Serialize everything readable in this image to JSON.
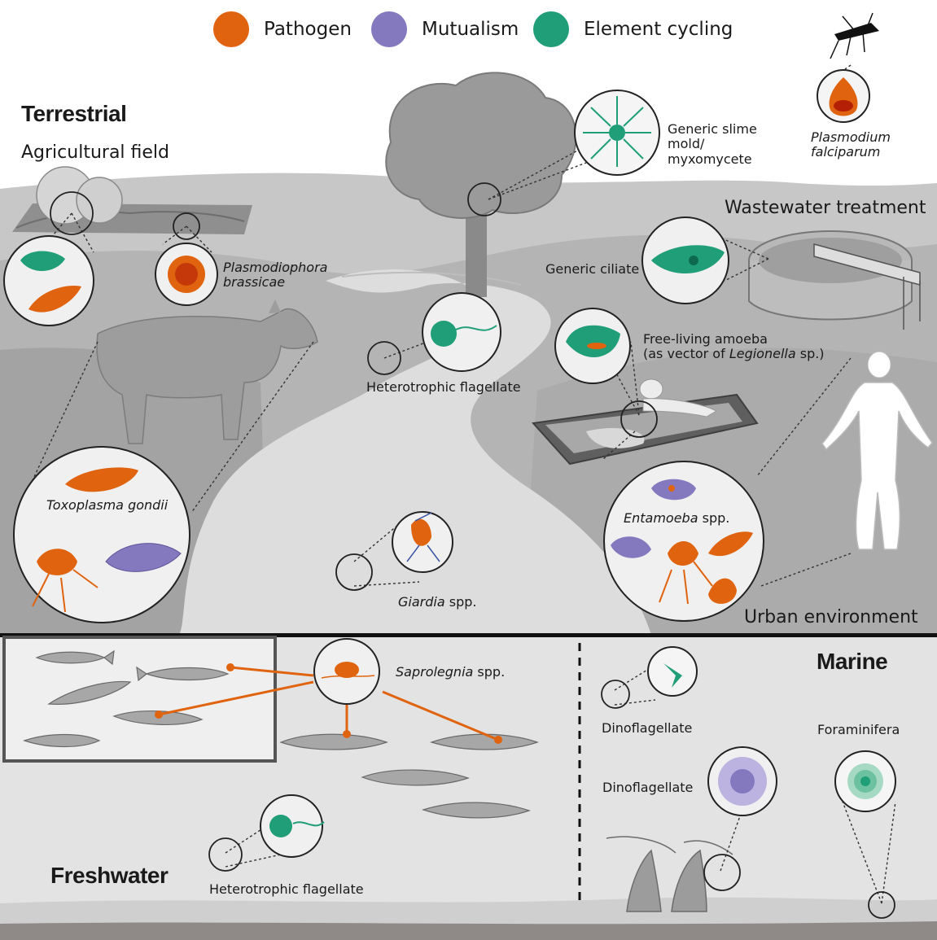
{
  "legend": [
    {
      "label": "Pathogen",
      "color": "#e0640f"
    },
    {
      "label": "Mutualism",
      "color": "#8478bf"
    },
    {
      "label": "Element cycling",
      "color": "#1f9e78"
    }
  ],
  "sections": {
    "terrestrial": "Terrestrial",
    "agricultural_field": "Agricultural field",
    "wastewater": "Wastewater treatment",
    "urban": "Urban environment",
    "marine": "Marine",
    "freshwater": "Freshwater"
  },
  "organisms": {
    "slime_mold_1": "Generic slime",
    "slime_mold_2": "mold/",
    "slime_mold_3": "myxomycete",
    "plasmodium_1": "Plasmodium",
    "plasmodium_2": "falciparum",
    "plasmodiophora_1": "Plasmodiophora",
    "plasmodiophora_2": "brassicae",
    "ciliate": "Generic ciliate",
    "amoeba_1": "Free-living amoeba",
    "amoeba_2_pre": "(as vector of ",
    "amoeba_2_it": "Legionella",
    "amoeba_2_post": " sp.)",
    "het_flag_terr": "Heterotrophic flagellate",
    "toxoplasma": "Toxoplasma gondii",
    "entamoeba_it": "Entamoeba",
    "entamoeba_post": " spp.",
    "giardia_it": "Giardia",
    "giardia_post": " spp.",
    "saprolegnia_it": "Saprolegnia",
    "saprolegnia_post": " spp.",
    "dino_1": "Dinoflagellate",
    "dino_2": "Dinoflagellate",
    "foraminifera": "Foraminifera",
    "het_flag_fresh": "Heterotrophic flagellate"
  },
  "colors": {
    "pathogen": "#e0640f",
    "mutualism": "#8478bf",
    "cycling": "#1f9e78",
    "land_back": "#c8c8c8",
    "land_front": "#a9a9a9",
    "path": "#dcdcdc",
    "water": "#e2e2e2",
    "sediment": "#8e8a88"
  }
}
